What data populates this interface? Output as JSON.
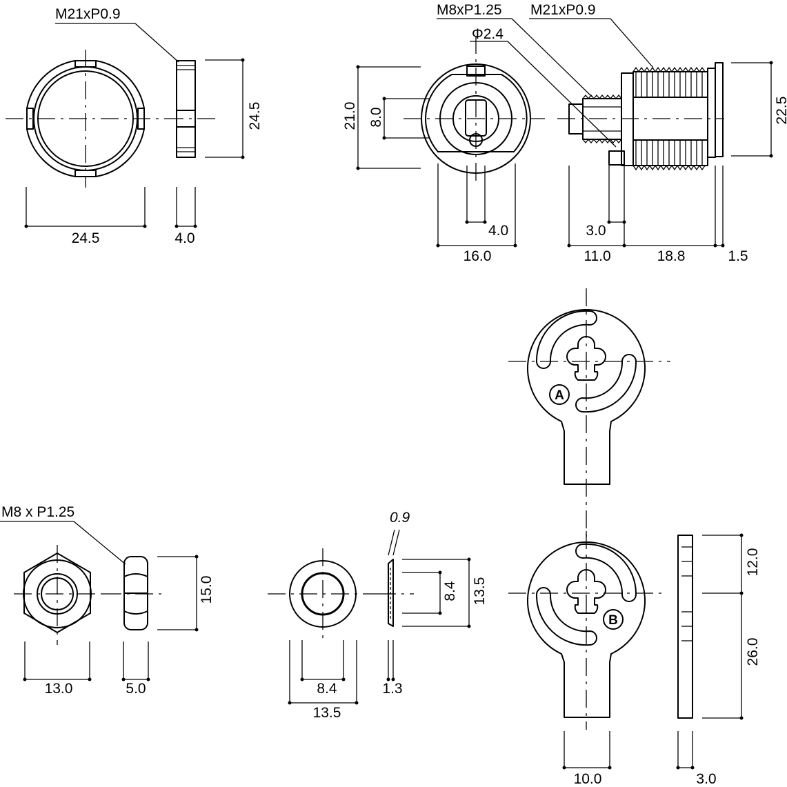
{
  "callouts": {
    "ring_nut_thread": "M21xP0.9",
    "body_small_thread": "M8xP1.25",
    "body_large_thread": "M21xP0.9",
    "pin_diameter": "Φ2.4",
    "hex_nut_thread": "M8 x P1.25",
    "washer_thickness": "0.9"
  },
  "dimensions": {
    "ring_nut_width": "24.5",
    "ring_nut_height": "24.5",
    "ring_nut_thickness": "4.0",
    "face_height": "21.0",
    "slot_height": "8.0",
    "slot_width": "4.0",
    "face_width": "16.0",
    "body_pin_length": "3.0",
    "body_front_length": "11.0",
    "body_thread_length": "18.8",
    "flange_thickness": "1.5",
    "body_height": "22.5",
    "hex_nut_height": "15.0",
    "hex_nut_width": "13.0",
    "hex_nut_thickness": "5.0",
    "washer_inner_height": "8.4",
    "washer_outer_height": "13.5",
    "washer_inner_width": "8.4",
    "washer_outer_width": "13.5",
    "washer_side_thickness": "1.3",
    "cam_upper_length": "12.0",
    "cam_lower_length": "26.0",
    "cam_arm_width": "10.0",
    "cam_thickness": "3.0"
  },
  "labels": {
    "cam_a": "A",
    "cam_b": "B"
  }
}
